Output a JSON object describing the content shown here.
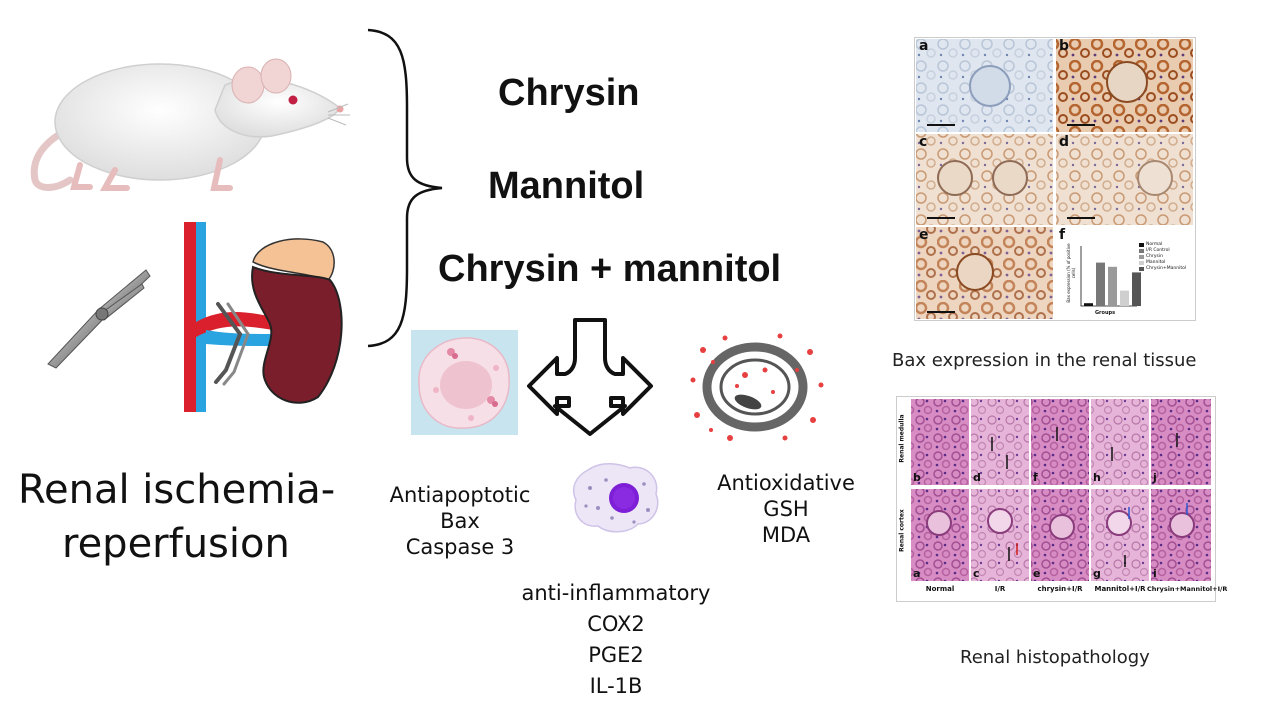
{
  "treatments": [
    "Chrysin",
    "Mannitol",
    "Chrysin + mannitol"
  ],
  "model": {
    "line1": "Renal ischemia-",
    "line2": "reperfusion"
  },
  "effects": {
    "antiapoptotic": {
      "title": "Antiapoptotic",
      "markers": [
        "Bax",
        "Caspase 3"
      ]
    },
    "antioxidative": {
      "title": "Antioxidative",
      "markers": [
        "GSH",
        "MDA"
      ]
    },
    "antiinflammatory": {
      "title": "anti-inflammatory",
      "markers": [
        "COX2",
        "PGE2",
        "IL-1B"
      ]
    }
  },
  "figures": {
    "bax": {
      "caption": "Bax expression in the renal tissue",
      "panel_letters": [
        "a",
        "b",
        "c",
        "d",
        "e",
        "f"
      ],
      "chart": {
        "ylabel": "Bax expression (% of positive cells)",
        "xlabel": "Groups",
        "legend": [
          "Normal",
          "I/R Control",
          "Chrysin",
          "Mannitol",
          "Chrysin+Mannitol"
        ],
        "values": [
          4,
          62,
          56,
          22,
          48
        ]
      }
    },
    "histo": {
      "caption": "Renal histopathology",
      "row_labels": [
        "Renal medulla",
        "Renal cortex"
      ],
      "top_letters": [
        "b",
        "d",
        "f",
        "h",
        "j"
      ],
      "bottom_letters": [
        "a",
        "c",
        "e",
        "g",
        "i"
      ],
      "group_labels": [
        "Normal",
        "I/R",
        "chrysin+I/R",
        "Mannitol+I/R",
        "Chrysin+Mannitol+I/R"
      ]
    }
  },
  "colors": {
    "kidney": "#7a1e2c",
    "adrenal": "#f4c295",
    "artery": "#d9202c",
    "vein": "#2aa4e0",
    "stain_brown": "#b5652f",
    "he_pink": "#c46ba8",
    "cell_purple": "#8a2be2"
  }
}
